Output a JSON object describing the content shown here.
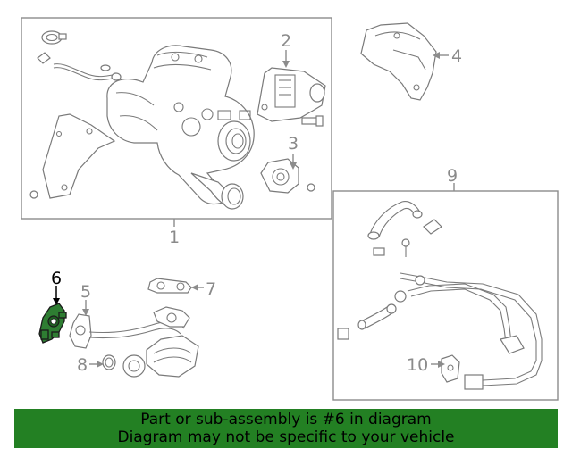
{
  "callouts": {
    "c1": "1",
    "c2": "2",
    "c3": "3",
    "c4": "4",
    "c5": "5",
    "c6": "6",
    "c7": "7",
    "c8": "8",
    "c9": "9",
    "c10": "10"
  },
  "highlight_color": "#2e7d32",
  "footer": {
    "line1": "Part or sub-assembly is #6 in diagram",
    "line2": "Diagram may not be specific to your vehicle",
    "background": "#238023"
  }
}
